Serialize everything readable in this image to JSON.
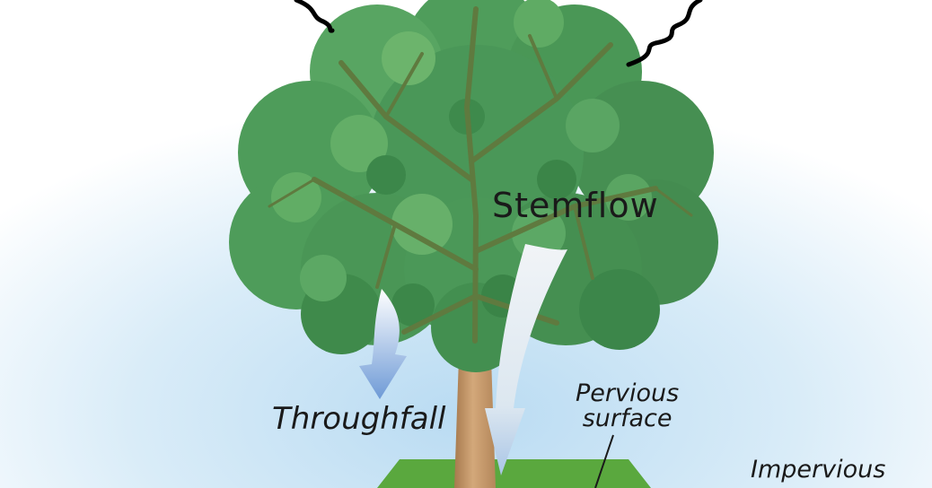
{
  "labels": {
    "stemflow": "Stemflow",
    "throughfall": "Throughfall",
    "pervious_line1": "Pervious",
    "pervious_line2": "surface",
    "impervious": "Impervious"
  },
  "colors": {
    "sky": "#cfe6f5",
    "canopy_dark": "#3e8c4c",
    "canopy_mid": "#4e9c5a",
    "canopy_light": "#6db36d",
    "branch": "#5f7a3f",
    "trunk": "#c69a6b",
    "ground": "#5aa83e",
    "arrow_blue": "#7fa8dc",
    "arrow_light": "#e9eef3",
    "rain_line": "#000000"
  }
}
